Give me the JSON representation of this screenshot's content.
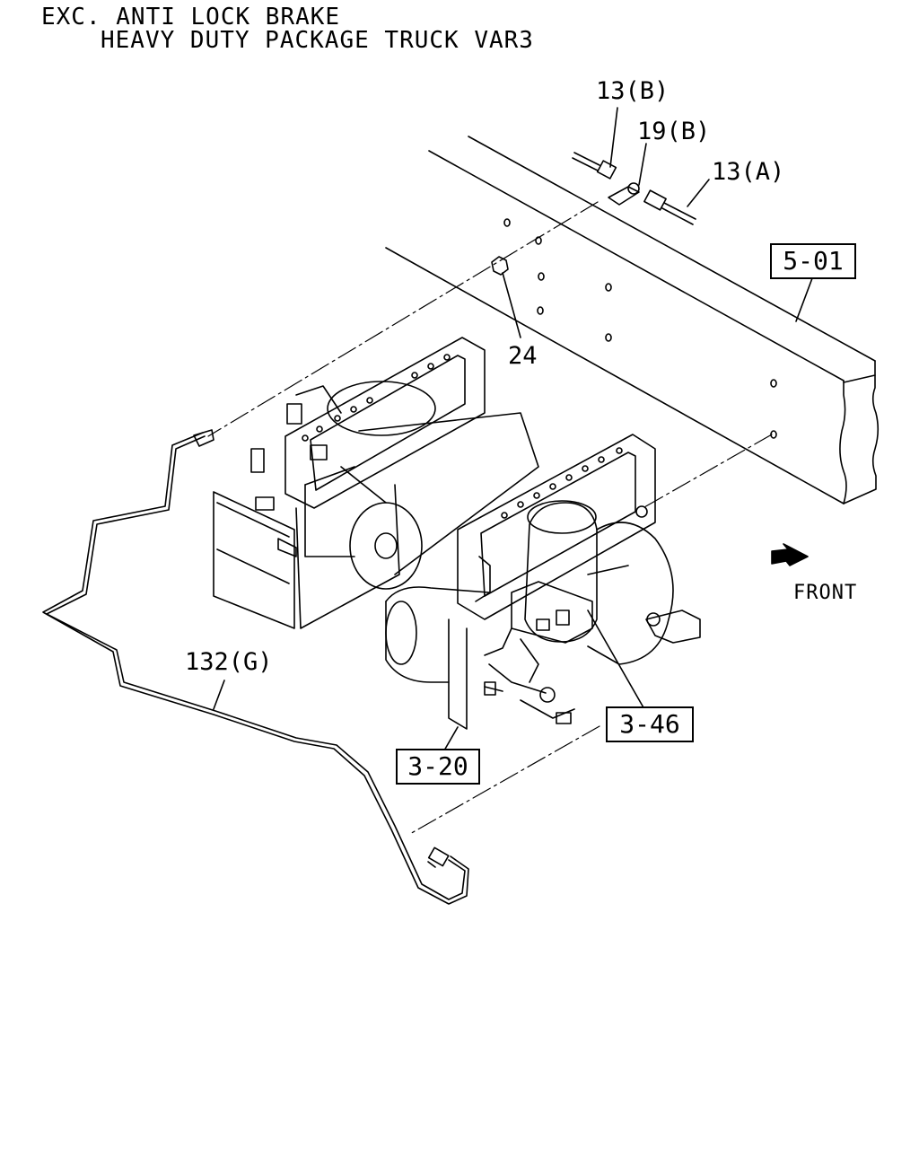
{
  "header": {
    "line1": "EXC. ANTI LOCK BRAKE",
    "line2": "HEAVY DUTY PACKAGE TRUCK VAR3"
  },
  "callouts": {
    "part_13b": "13(B)",
    "part_19b": "19(B)",
    "part_13a": "13(A)",
    "part_24": "24",
    "part_132g": "132(G)"
  },
  "reference_boxes": {
    "ref_5_01": "5-01",
    "ref_3_46": "3-46",
    "ref_3_20": "3-20"
  },
  "direction": {
    "front_label": "FRONT"
  },
  "colors": {
    "line": "#000000",
    "background": "#ffffff"
  }
}
